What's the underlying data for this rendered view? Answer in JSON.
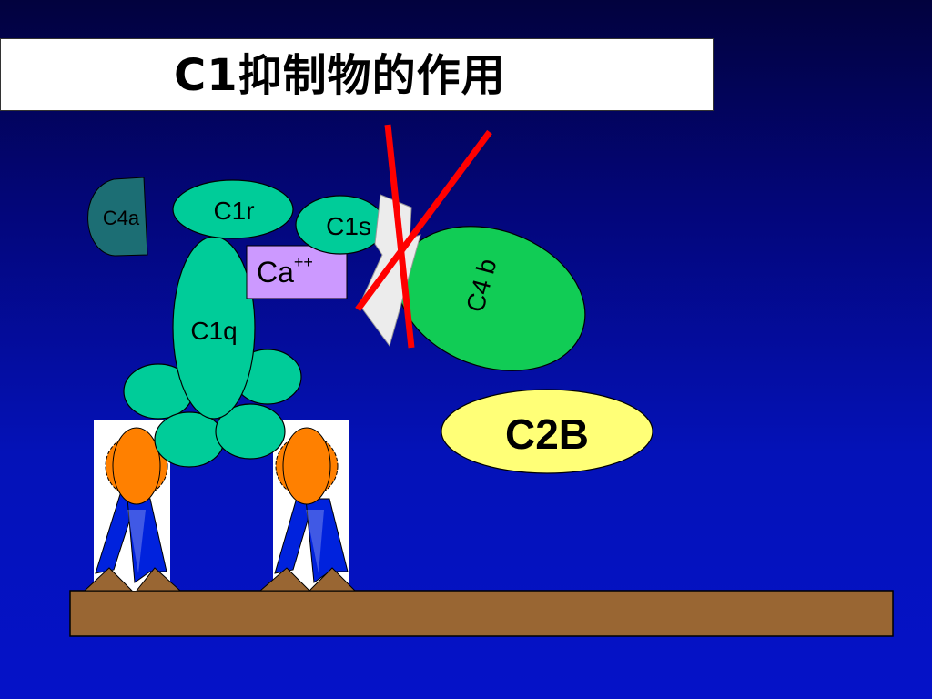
{
  "slide": {
    "title": "C1抑制物的作用"
  },
  "diagram": {
    "labels": {
      "c4a": "C4a",
      "c1r": "C1r",
      "c1s": "C1s",
      "ca": "Ca",
      "ca_sup": "++",
      "c1q": "C1q",
      "c4b": "C4 b",
      "c2b": "C2B"
    },
    "colors": {
      "background_top": "#02023e",
      "background_bottom": "#0512c8",
      "c1_subunit": "#00cc99",
      "c4a": "#1c6e74",
      "c4b": "#11cc55",
      "ca_box": "#cc99ff",
      "c2b": "#ffff77",
      "inhibitor_cross": "#ff0000",
      "membrane": "#996633",
      "antigen_medal": "#ff8000",
      "antibody_ribbon": "#0022dd"
    }
  }
}
